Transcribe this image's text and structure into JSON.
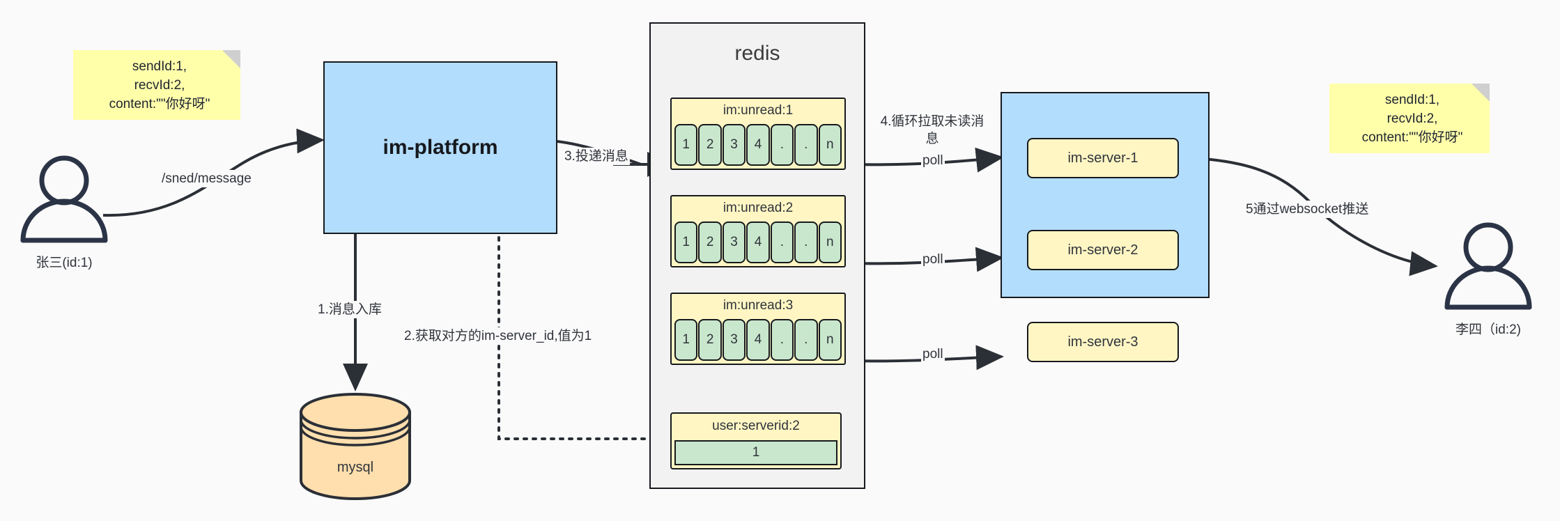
{
  "diagram": {
    "title": "IM message delivery architecture",
    "background": "#fafafa"
  },
  "notes": {
    "left": {
      "name": "message-payload-note-left",
      "line1": "sendId:1,",
      "line2": "recvId:2,",
      "line3": "content:\"\"你好呀\""
    },
    "right": {
      "name": "message-payload-note-right",
      "line1": "sendId:1,",
      "line2": "recvId:2,",
      "line3": "content:\"\"你好呀\""
    }
  },
  "actors": {
    "sender": {
      "label": "张三(id:1)"
    },
    "receiver": {
      "label": "李四（id:2)"
    }
  },
  "nodes": {
    "platform": {
      "label": "im-platform",
      "color": "#b3ddfc"
    },
    "database": {
      "label": "mysql",
      "color": "#ffdfae"
    },
    "redis": {
      "label": "redis",
      "color": "#f2f2f2"
    },
    "server_cluster": {
      "color": "#b3ddfc"
    }
  },
  "redis_lists": [
    {
      "key": "im:unread:1",
      "cells": [
        "1",
        "2",
        "3",
        "4",
        ".",
        ".",
        "n"
      ]
    },
    {
      "key": "im:unread:2",
      "cells": [
        "1",
        "2",
        "3",
        "4",
        ".",
        ".",
        "n"
      ]
    },
    {
      "key": "im:unread:3",
      "cells": [
        "1",
        "2",
        "3",
        "4",
        ".",
        ".",
        "n"
      ]
    }
  ],
  "redis_kv": {
    "key": "user:serverid:2",
    "value": "1"
  },
  "servers": [
    {
      "label": "im-server-1"
    },
    {
      "label": "im-server-2"
    },
    {
      "label": "im-server-3"
    }
  ],
  "edges": {
    "send_message": "/sned/message",
    "step1": "1.消息入库",
    "step2": "2.获取对方的im-server_id,值为1",
    "step3": "3.投递消息",
    "step4": "4.循环拉取未读消息",
    "step5": "5通过websocket推送",
    "poll1": "poll",
    "poll2": "poll",
    "poll3": "poll"
  },
  "colors": {
    "stroke": "#16191d",
    "note_fill": "#ffffaa",
    "note_fold": "#cfcfcf",
    "blue_fill": "#b3ddfc",
    "yellow_fill": "#fff6c4",
    "green_fill": "#c9e7cd",
    "db_fill": "#ffdfae",
    "redis_fill": "#f2f2f2",
    "text": "#30343b"
  }
}
